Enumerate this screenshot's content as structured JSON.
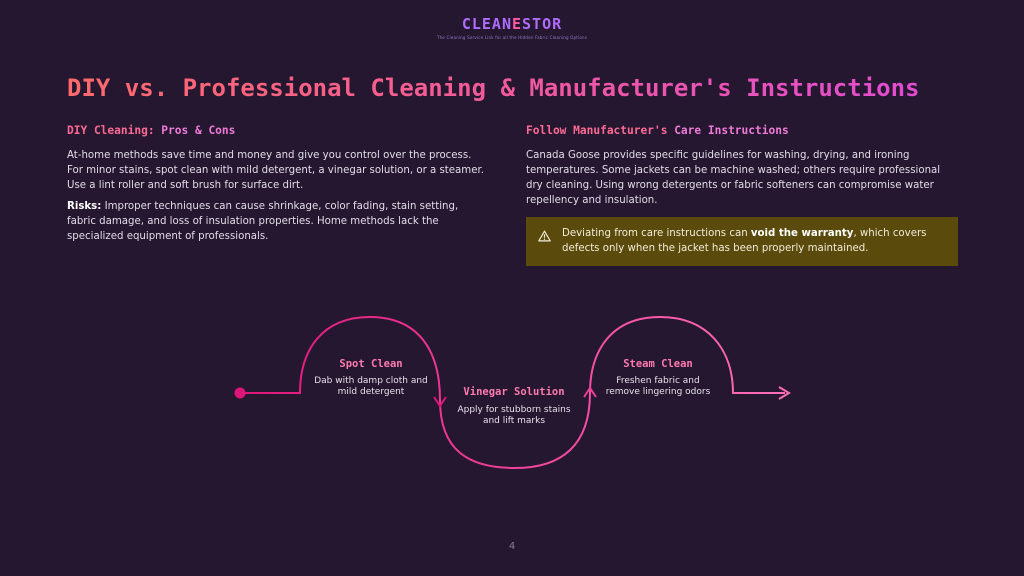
{
  "logo": {
    "word_part1": "CLEAN",
    "word_accent": "E",
    "word_part2": "STOR",
    "tagline": "The Cleaning Service Link for all the Hidden Fabric Cleaning Options"
  },
  "title": "DIY vs. Professional Cleaning & Manufacturer's Instructions",
  "left": {
    "heading_a": "DIY Cleaning: ",
    "heading_b": "Pros & Cons",
    "para1": "At-home methods save time and money and give you control over the process. For minor stains, spot clean with mild detergent, a vinegar solution, or a steamer. Use a lint roller and soft brush for surface dirt.",
    "risks_label": "Risks:",
    "risks_text": " Improper techniques can cause shrinkage, color fading, stain setting, fabric damage, and loss of insulation properties. Home methods lack the specialized equipment of professionals."
  },
  "right": {
    "heading_a": "Follow Manufacturer's ",
    "heading_b": "Care Instructions",
    "para1": "Canada Goose provides specific guidelines for washing, drying, and ironing temperatures. Some jackets can be machine washed; others require professional dry cleaning. Using wrong detergents or fabric softeners can compromise water repellency and insulation.",
    "warning_pre": "Deviating from care instructions can ",
    "warning_bold": "void the warranty",
    "warning_post": ", which covers defects only when the jacket has been properly maintained."
  },
  "flow": {
    "steps": [
      {
        "title": "Spot Clean",
        "desc_line1": "Dab with damp cloth and",
        "desc_line2": "mild detergent"
      },
      {
        "title": "Vinegar Solution",
        "desc_line1": "Apply for stubborn stains",
        "desc_line2": "and lift marks"
      },
      {
        "title": "Steam Clean",
        "desc_line1": "Freshen fabric and",
        "desc_line2": "remove lingering odors"
      }
    ]
  },
  "page_number": "4",
  "colors": {
    "background": "#24172f",
    "accent_pink": "#ff5aa8",
    "accent_purple": "#b06cff",
    "warning_bg": "#5a4b0c"
  }
}
